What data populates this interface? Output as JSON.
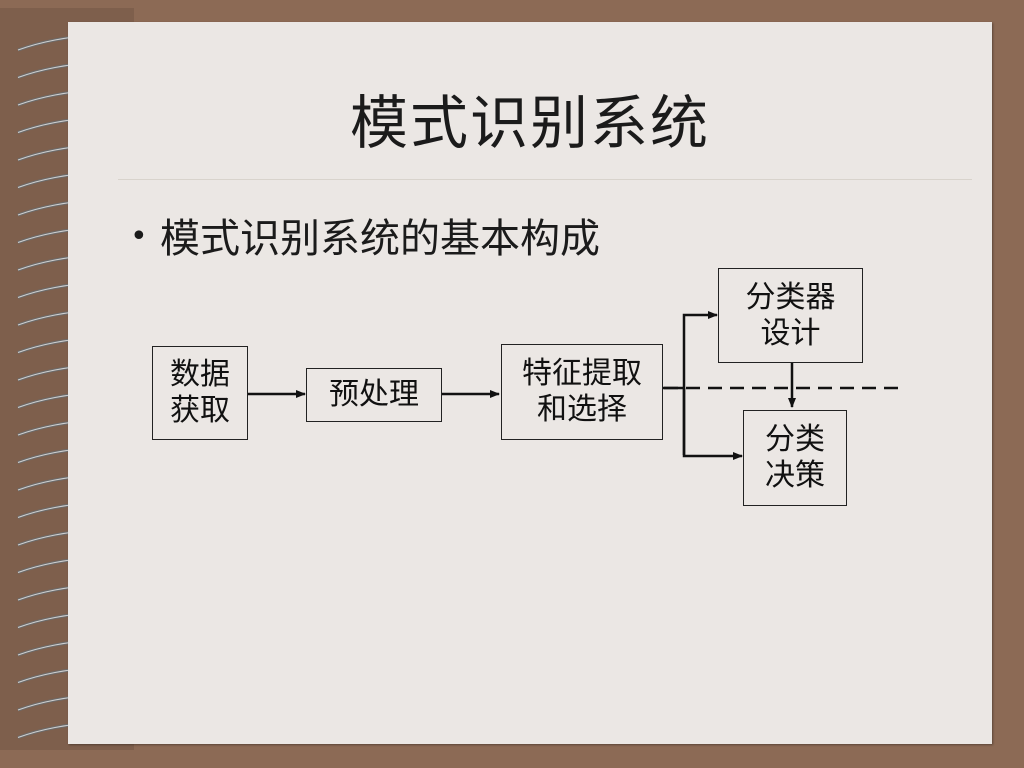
{
  "slide": {
    "title": "模式识别系统",
    "bullet": "模式识别系统的基本构成",
    "colors": {
      "background": "#8c6a55",
      "page": "#ebe7e4",
      "text": "#111111"
    }
  },
  "diagram": {
    "nodes": {
      "acquisition": {
        "line1": "数据",
        "line2": "获取"
      },
      "preprocess": {
        "line1": "预处理"
      },
      "feature": {
        "line1": "特征提取",
        "line2": "和选择"
      },
      "classifier_design": {
        "line1": "分类器",
        "line2": "设计"
      },
      "decision": {
        "line1": "分类",
        "line2": "决策"
      }
    }
  }
}
